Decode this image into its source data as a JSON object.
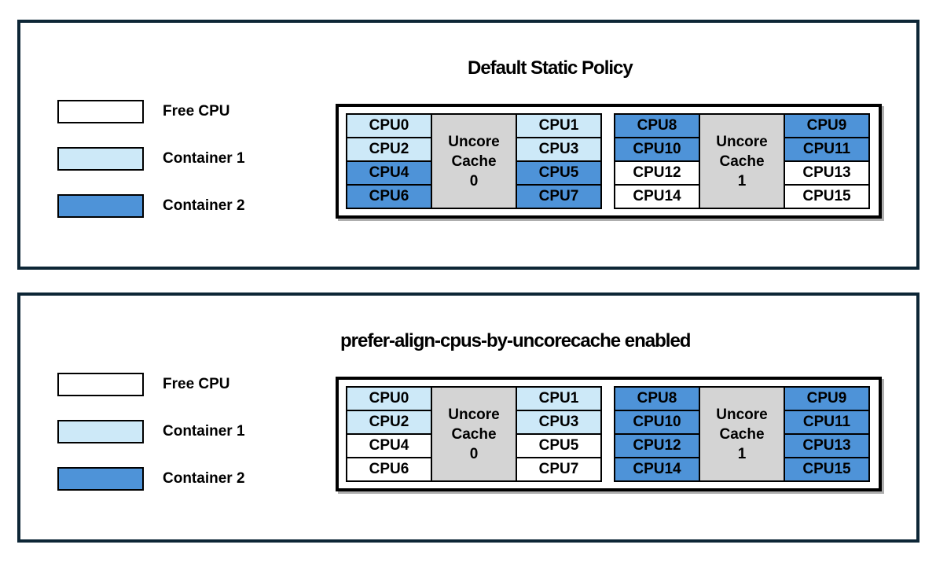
{
  "colors": {
    "free_cpu": "#ffffff",
    "container1": "#cde9f8",
    "container2": "#4e93d8",
    "cache": "#d4d4d4",
    "panel_border": "#0d2636",
    "cell_border": "#000000"
  },
  "panels": [
    {
      "title": "Default Static Policy",
      "legend": [
        {
          "label": "Free CPU",
          "state": "free_cpu"
        },
        {
          "label": "Container 1",
          "state": "container1"
        },
        {
          "label": "Container 2",
          "state": "container2"
        }
      ],
      "groups": [
        {
          "cache_label": [
            "Uncore",
            "Cache",
            "0"
          ],
          "left": [
            {
              "cpu": "CPU0",
              "state": "container1"
            },
            {
              "cpu": "CPU2",
              "state": "container1"
            },
            {
              "cpu": "CPU4",
              "state": "container2"
            },
            {
              "cpu": "CPU6",
              "state": "container2"
            }
          ],
          "right": [
            {
              "cpu": "CPU1",
              "state": "container1"
            },
            {
              "cpu": "CPU3",
              "state": "container1"
            },
            {
              "cpu": "CPU5",
              "state": "container2"
            },
            {
              "cpu": "CPU7",
              "state": "container2"
            }
          ]
        },
        {
          "cache_label": [
            "Uncore",
            "Cache",
            "1"
          ],
          "left": [
            {
              "cpu": "CPU8",
              "state": "container2"
            },
            {
              "cpu": "CPU10",
              "state": "container2"
            },
            {
              "cpu": "CPU12",
              "state": "free_cpu"
            },
            {
              "cpu": "CPU14",
              "state": "free_cpu"
            }
          ],
          "right": [
            {
              "cpu": "CPU9",
              "state": "container2"
            },
            {
              "cpu": "CPU11",
              "state": "container2"
            },
            {
              "cpu": "CPU13",
              "state": "free_cpu"
            },
            {
              "cpu": "CPU15",
              "state": "free_cpu"
            }
          ]
        }
      ]
    },
    {
      "title": "prefer-align-cpus-by-uncorecache enabled",
      "legend": [
        {
          "label": "Free CPU",
          "state": "free_cpu"
        },
        {
          "label": "Container 1",
          "state": "container1"
        },
        {
          "label": "Container 2",
          "state": "container2"
        }
      ],
      "groups": [
        {
          "cache_label": [
            "Uncore",
            "Cache",
            "0"
          ],
          "left": [
            {
              "cpu": "CPU0",
              "state": "container1"
            },
            {
              "cpu": "CPU2",
              "state": "container1"
            },
            {
              "cpu": "CPU4",
              "state": "free_cpu"
            },
            {
              "cpu": "CPU6",
              "state": "free_cpu"
            }
          ],
          "right": [
            {
              "cpu": "CPU1",
              "state": "container1"
            },
            {
              "cpu": "CPU3",
              "state": "container1"
            },
            {
              "cpu": "CPU5",
              "state": "free_cpu"
            },
            {
              "cpu": "CPU7",
              "state": "free_cpu"
            }
          ]
        },
        {
          "cache_label": [
            "Uncore",
            "Cache",
            "1"
          ],
          "left": [
            {
              "cpu": "CPU8",
              "state": "container2"
            },
            {
              "cpu": "CPU10",
              "state": "container2"
            },
            {
              "cpu": "CPU12",
              "state": "container2"
            },
            {
              "cpu": "CPU14",
              "state": "container2"
            }
          ],
          "right": [
            {
              "cpu": "CPU9",
              "state": "container2"
            },
            {
              "cpu": "CPU11",
              "state": "container2"
            },
            {
              "cpu": "CPU13",
              "state": "container2"
            },
            {
              "cpu": "CPU15",
              "state": "container2"
            }
          ]
        }
      ]
    }
  ]
}
